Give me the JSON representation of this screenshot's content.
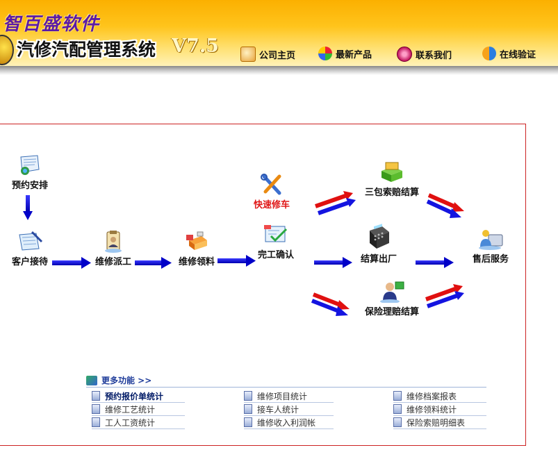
{
  "header": {
    "brand": "智百盛软件",
    "system_title": "汽修汽配管理系统",
    "version": "V7.5",
    "nav": [
      {
        "label": "公司主页",
        "icon": "home-icon"
      },
      {
        "label": "最新产品",
        "icon": "product-icon"
      },
      {
        "label": "联系我们",
        "icon": "contact-icon"
      },
      {
        "label": "在线验证",
        "icon": "verify-icon"
      }
    ]
  },
  "workflow": {
    "appointment": "预约安排",
    "reception": "客户接待",
    "dispatch": "维修派工",
    "materials": "维修领料",
    "quick_repair": "快速修车",
    "completion": "完工确认",
    "warranty": "三包索赔结算",
    "checkout": "结算出厂",
    "insurance": "保险理赔结算",
    "after_sales": "售后服务"
  },
  "more": {
    "title": "更多功能 >>",
    "col1": [
      "预约报价单统计",
      "维修工艺统计",
      "工人工资统计"
    ],
    "col2": [
      "维修项目统计",
      "接车人统计",
      "维修收入利润帐"
    ],
    "col3": [
      "维修档案报表",
      "维修领料统计",
      "保险索赔明细表"
    ]
  },
  "colors": {
    "header_top": "#fbb000",
    "panel_border": "#cc2222",
    "arrow_blue": "#1a1aee",
    "arrow_red": "#ee1a1a"
  }
}
